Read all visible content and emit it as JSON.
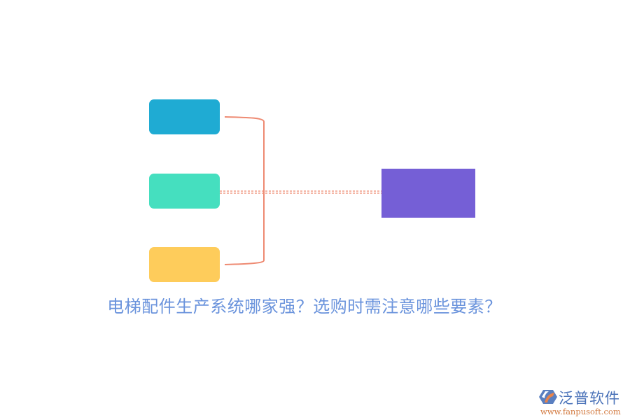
{
  "diagram": {
    "type": "bracket-connector",
    "source_nodes": [
      {
        "id": "node-1",
        "label": "",
        "color": "#1fabd3"
      },
      {
        "id": "node-2",
        "label": "",
        "color": "#45dfbf"
      },
      {
        "id": "node-3",
        "label": "",
        "color": "#fecc5b"
      }
    ],
    "target_node": {
      "id": "target",
      "label": "",
      "color": "#755fd6"
    },
    "connector_color": "#ee8a72"
  },
  "title": "电梯配件生产系统哪家强？选购时需注意哪些要素？",
  "logo": {
    "name": "泛普软件",
    "url": "www.fanpusoft.com"
  }
}
